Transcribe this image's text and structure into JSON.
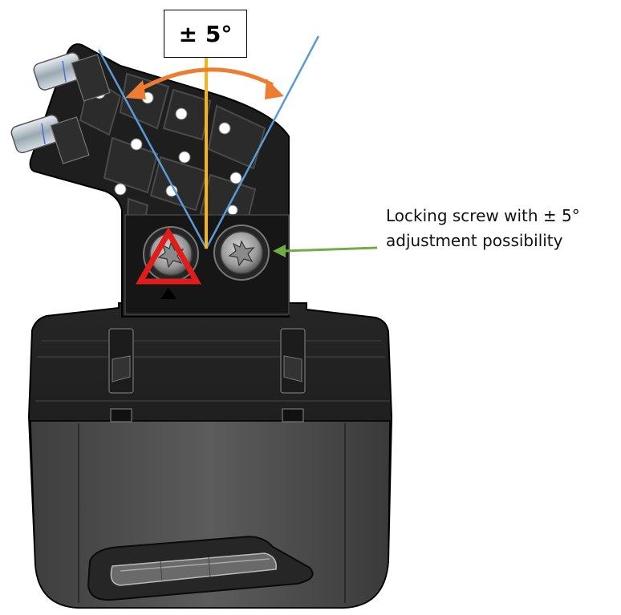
{
  "angle_label": "± 5°",
  "callout": {
    "line1": "Locking screw with ± 5°",
    "line2": "adjustment possibility"
  },
  "colors": {
    "reference_line": "#f5b316",
    "range_lines": "#5b9bd5",
    "swing_arrow": "#ed7d31",
    "callout_arrow": "#70ad47",
    "warning_triangle": "#e21b1b",
    "body_dark": "#1a1a1a",
    "body_light": "#5a5a5a"
  },
  "icons": [
    "warning-triangle-icon",
    "torx-screw-icon",
    "pointer-triangle-icon"
  ]
}
